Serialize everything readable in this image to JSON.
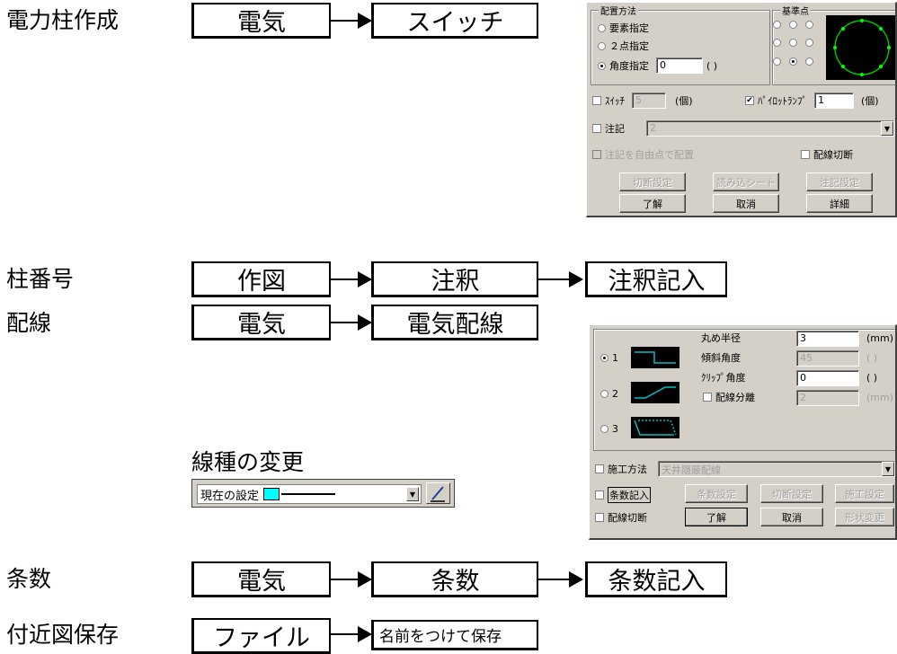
{
  "rows": {
    "pole": {
      "label": "電力柱作成",
      "box1": "電気",
      "box2": "スイッチ"
    },
    "number": {
      "label": "柱番号",
      "box1": "作図",
      "box2": "注釈",
      "box3": "注釈記入"
    },
    "wiring": {
      "label": "配線",
      "box1": "電気",
      "box2": "電気配線"
    },
    "count": {
      "label": "条数",
      "box1": "電気",
      "box2": "条数",
      "box3": "条数記入"
    },
    "save": {
      "label": "付近図保存",
      "box1": "ファイル",
      "box2": "名前をつけて保存"
    }
  },
  "linetype": {
    "title": "線種の変更",
    "current": "現在の設定",
    "swatch_color": "#00ffff"
  },
  "dialog1": {
    "group_placement": "配置方法",
    "opt_element": "要素指定",
    "opt_two_point": "２点指定",
    "opt_angle": "角度指定",
    "angle_value": "0",
    "angle_unit": "( )",
    "group_base": "基準点",
    "switch_label": "ｽｲｯﾁ",
    "switch_value": "5",
    "switch_unit": "(個)",
    "pilot_label": "ﾊﾟｲﾛｯﾄﾗﾝﾌﾟ",
    "pilot_value": "1",
    "pilot_unit": "(個)",
    "note_label": "注記",
    "note_value": "2",
    "note_free_label": "注記を自由点で配置",
    "wire_cut_label": "配線切断",
    "btn_cut": "切断設定",
    "btn_note_sheet": "読み込シート",
    "btn_note_setting": "注記設定",
    "btn_ok": "了解",
    "btn_cancel": "取消",
    "btn_detail": "詳細"
  },
  "dialog2": {
    "opt1": "1",
    "opt2": "2",
    "opt3": "3",
    "radius_label": "丸め半径",
    "radius_value": "3",
    "radius_unit": "(mm)",
    "slope_label": "傾斜角度",
    "slope_value": "45",
    "slope_unit": "( )",
    "clip_label": "ｸﾘｯﾌﾟ角度",
    "clip_value": "0",
    "clip_unit": "( )",
    "split_label": "配線分離",
    "split_value": "2",
    "split_unit": "(mm)",
    "method_label": "施工方法",
    "method_value": "天井隠蔽配線",
    "count_label": "条数記入",
    "btn_count_setting": "条数設定",
    "btn_cut_setting": "切断設定",
    "btn_method_setting": "施工設定",
    "wire_cut_label": "配線切断",
    "btn_ok": "了解",
    "btn_cancel": "取消",
    "btn_shape": "形状変更"
  }
}
